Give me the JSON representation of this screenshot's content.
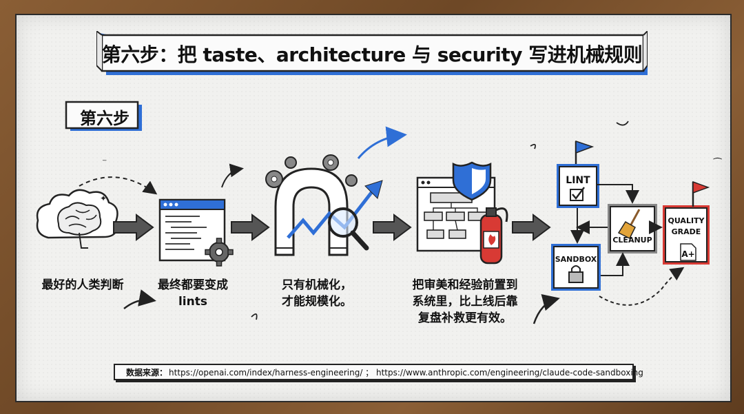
{
  "title": "第六步：把 taste、architecture 与 security 写进机械规则",
  "step_label": "第六步",
  "stages": [
    {
      "caption_lines": [
        "最好的人类判断"
      ]
    },
    {
      "caption_lines": [
        "最终都要变成",
        "lints"
      ]
    },
    {
      "caption_lines": [
        "只有机械化，",
        "才能规模化。"
      ]
    },
    {
      "caption_lines": [
        "把审美和经验前置到",
        "系统里，比上线后靠",
        "复盘补救更有效。"
      ]
    }
  ],
  "pipeline": {
    "lint_label": "LINT",
    "sandbox_label": "SANDBOX",
    "cleanup_label": "CLEANUP",
    "quality_label_1": "QUALITY",
    "quality_label_2": "GRADE",
    "grade_value": "A+"
  },
  "source": {
    "label": "数据来源：",
    "text": "https://openai.com/index/harness-engineering/ ； https://www.anthropic.com/engineering/claude-code-sandboxing"
  },
  "icons": [
    "brain-cloud-icon",
    "code-window-icon",
    "gear-icon",
    "magnet-arch-icon",
    "magnifier-icon",
    "trend-arrow-icon",
    "security-shield-icon",
    "fire-extinguisher-icon",
    "flag-icon",
    "broom-icon",
    "lock-icon",
    "checkbox-icon"
  ],
  "colors": {
    "accent_blue": "#2f6fd6",
    "alert_red": "#d83a34",
    "ink": "#222222",
    "board": "#f1f1ef"
  }
}
